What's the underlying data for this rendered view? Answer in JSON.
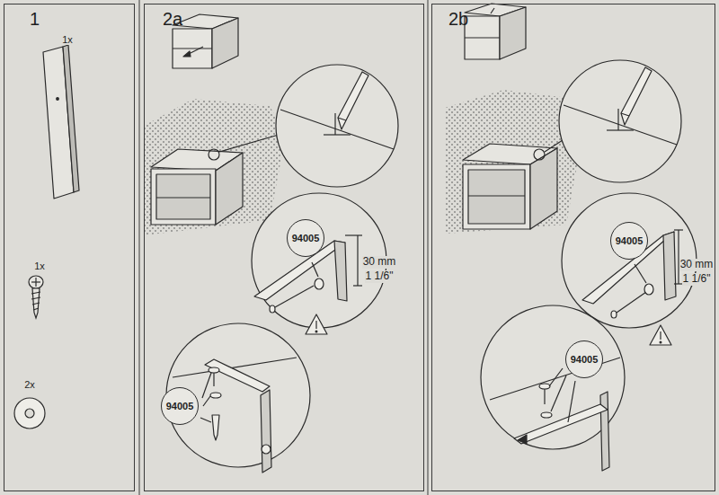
{
  "diagram": {
    "nodes": [
      {
        "text": [
          "1"
        ]
      },
      {
        "text": [
          "2a"
        ]
      },
      {
        "text": [
          "94005"
        ],
        "in": 1
      },
      {
        "text": [
          "94005"
        ],
        "in": 1
      },
      {
        "text": [
          "2b"
        ]
      },
      {
        "text": [
          "94005"
        ],
        "in": 4
      },
      {
        "text": [
          "94005"
        ],
        "in": 4
      }
    ],
    "labels": [
      "1x",
      "1x",
      "2x",
      "30 mm",
      "1 1/6\"",
      "30 mm",
      "1 1/6\""
    ]
  }
}
